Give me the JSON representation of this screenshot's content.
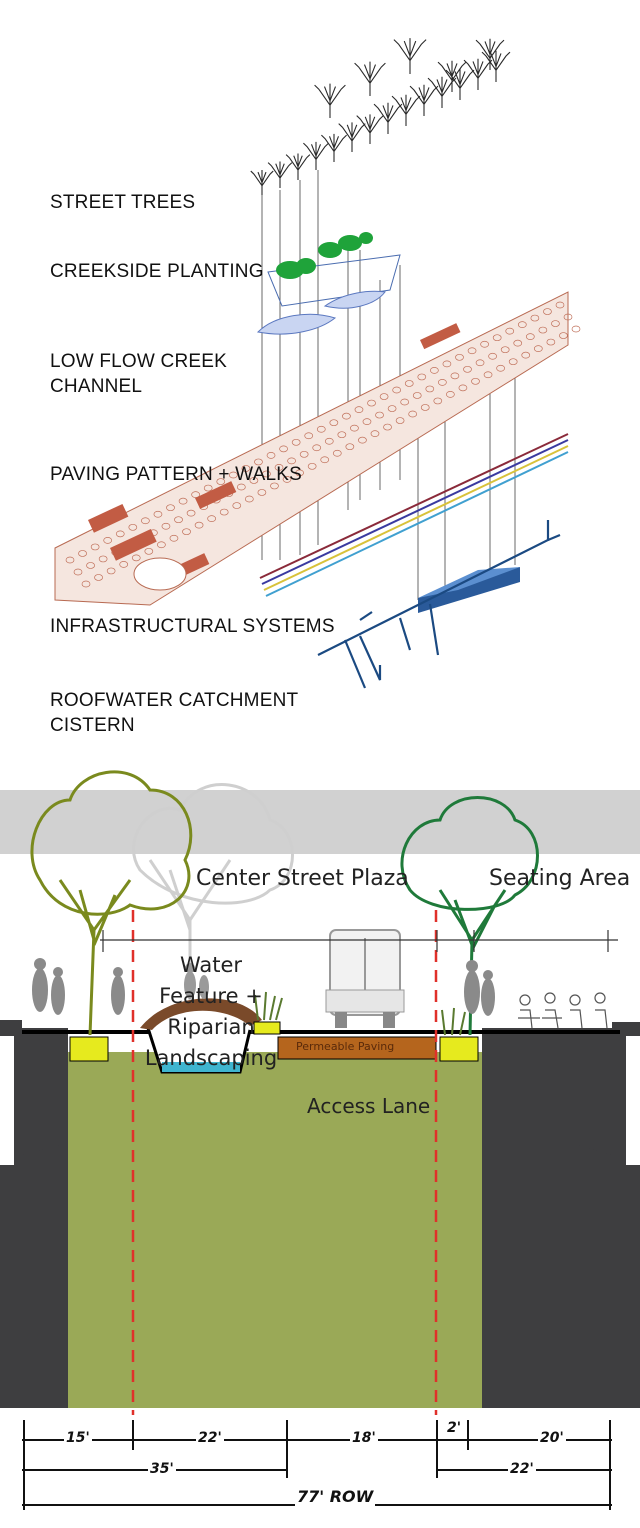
{
  "exploded_axonometric": {
    "layers": [
      {
        "id": "street-trees",
        "lines": [
          "STREET TREES"
        ]
      },
      {
        "id": "creekside-planting",
        "lines": [
          "CREEKSIDE PLANTING"
        ]
      },
      {
        "id": "low-flow-creek-channel",
        "lines": [
          "LOW FLOW CREEK",
          "CHANNEL"
        ]
      },
      {
        "id": "paving-pattern",
        "lines": [
          "PAVING PATTERN + WALKS"
        ]
      },
      {
        "id": "infrastructural-systems",
        "lines": [
          "INFRASTRUCTURAL SYSTEMS"
        ]
      },
      {
        "id": "roofwater-cistern",
        "lines": [
          "ROOFWATER CATCHMENT",
          "CISTERN"
        ]
      }
    ]
  },
  "section": {
    "zones": {
      "center_plaza": "Center Street Plaza",
      "seating_area": "Seating Area"
    },
    "callouts": {
      "water_feature": [
        "Water",
        "Feature +",
        "Riparian",
        "Landscaping"
      ],
      "access_lane": "Access Lane",
      "permeable_paving": "Permeable Paving"
    },
    "dimensions": {
      "segments": [
        "15'",
        "22'",
        "18'",
        "2'",
        "20'"
      ],
      "subtotal_left": "35'",
      "subtotal_right": "22'",
      "total": "77' ROW"
    },
    "colors": {
      "ground": "#9aa957",
      "building": "#3e3e40",
      "creek_water": "#3fb5cf",
      "bridge": "#7a4a2a",
      "tree_olive": "#7a8a1e",
      "tree_green": "#1f7a3a",
      "planter_yellow": "#e6ea1e",
      "zone_line_red": "#e0302a"
    }
  }
}
